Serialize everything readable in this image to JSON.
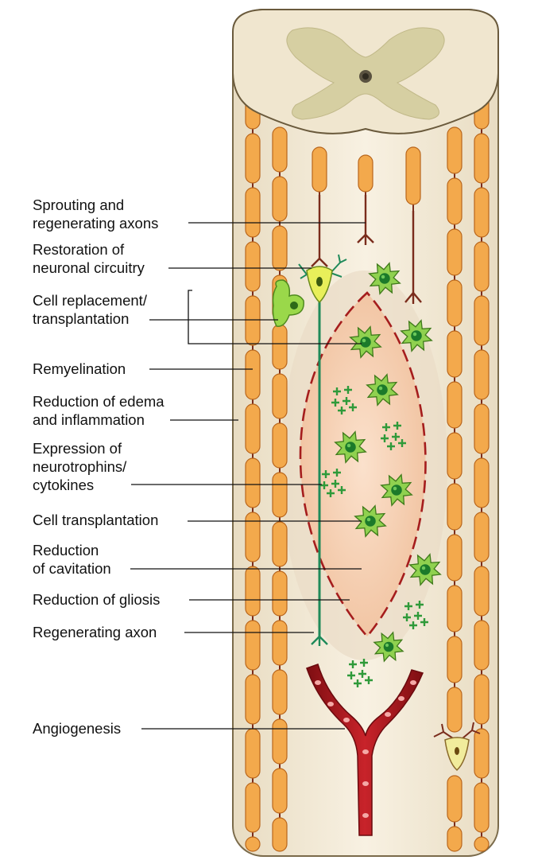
{
  "labels": {
    "sprouting": [
      "Sprouting and",
      "regenerating axons"
    ],
    "restoration": [
      "Restoration of",
      "neuronal circuitry"
    ],
    "cell_replacement": [
      "Cell replacement/",
      "transplantation"
    ],
    "remyelination": [
      "Remyelination"
    ],
    "edema": [
      "Reduction of edema",
      "and inflammation"
    ],
    "expression": [
      "Expression of",
      "neurotrophins/",
      "cytokines"
    ],
    "cell_transplantation": [
      "Cell transplantation"
    ],
    "cavitation": [
      "Reduction",
      "of cavitation"
    ],
    "gliosis": [
      "Reduction of gliosis"
    ],
    "regenerating_axon": [
      "Regenerating axon"
    ],
    "angiogenesis": [
      "Angiogenesis"
    ]
  },
  "colors": {
    "cord_fill": "#f5ecd8",
    "cord_outline": "#7a6a4a",
    "gray_matter": "#d8d2a8",
    "myelin": "#f3a94c",
    "axon": "#7a2c1c",
    "lesion": "#f6cfae",
    "lesion_border": "#a51d1d",
    "cell_green": "#8fd14f",
    "cell_nucleus": "#1b7a2a",
    "regen_axon": "#1f8a5a",
    "vessel": "#b3151c"
  }
}
